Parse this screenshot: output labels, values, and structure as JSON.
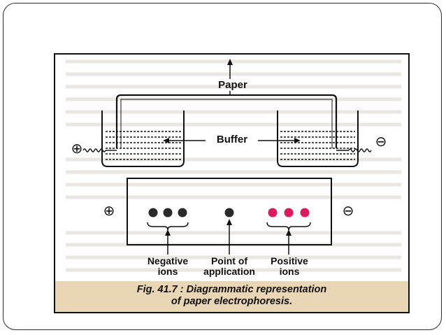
{
  "diagram": {
    "labels": {
      "paper": "Paper",
      "buffer": "Buffer",
      "negative_ions": "Negative\nions",
      "point_of_application": "Point of\napplication",
      "positive_ions": "Positive\nions"
    },
    "caption": "Fig. 41.7 : Diagrammatic representation\nof paper electrophoresis.",
    "symbols": {
      "positive": "⊕",
      "negative": "⊖"
    },
    "colors": {
      "negative_ion_dots": "#2a2a2a",
      "positive_ion_dots": "#e0185c",
      "caption_band": "#e8d6b4"
    }
  }
}
